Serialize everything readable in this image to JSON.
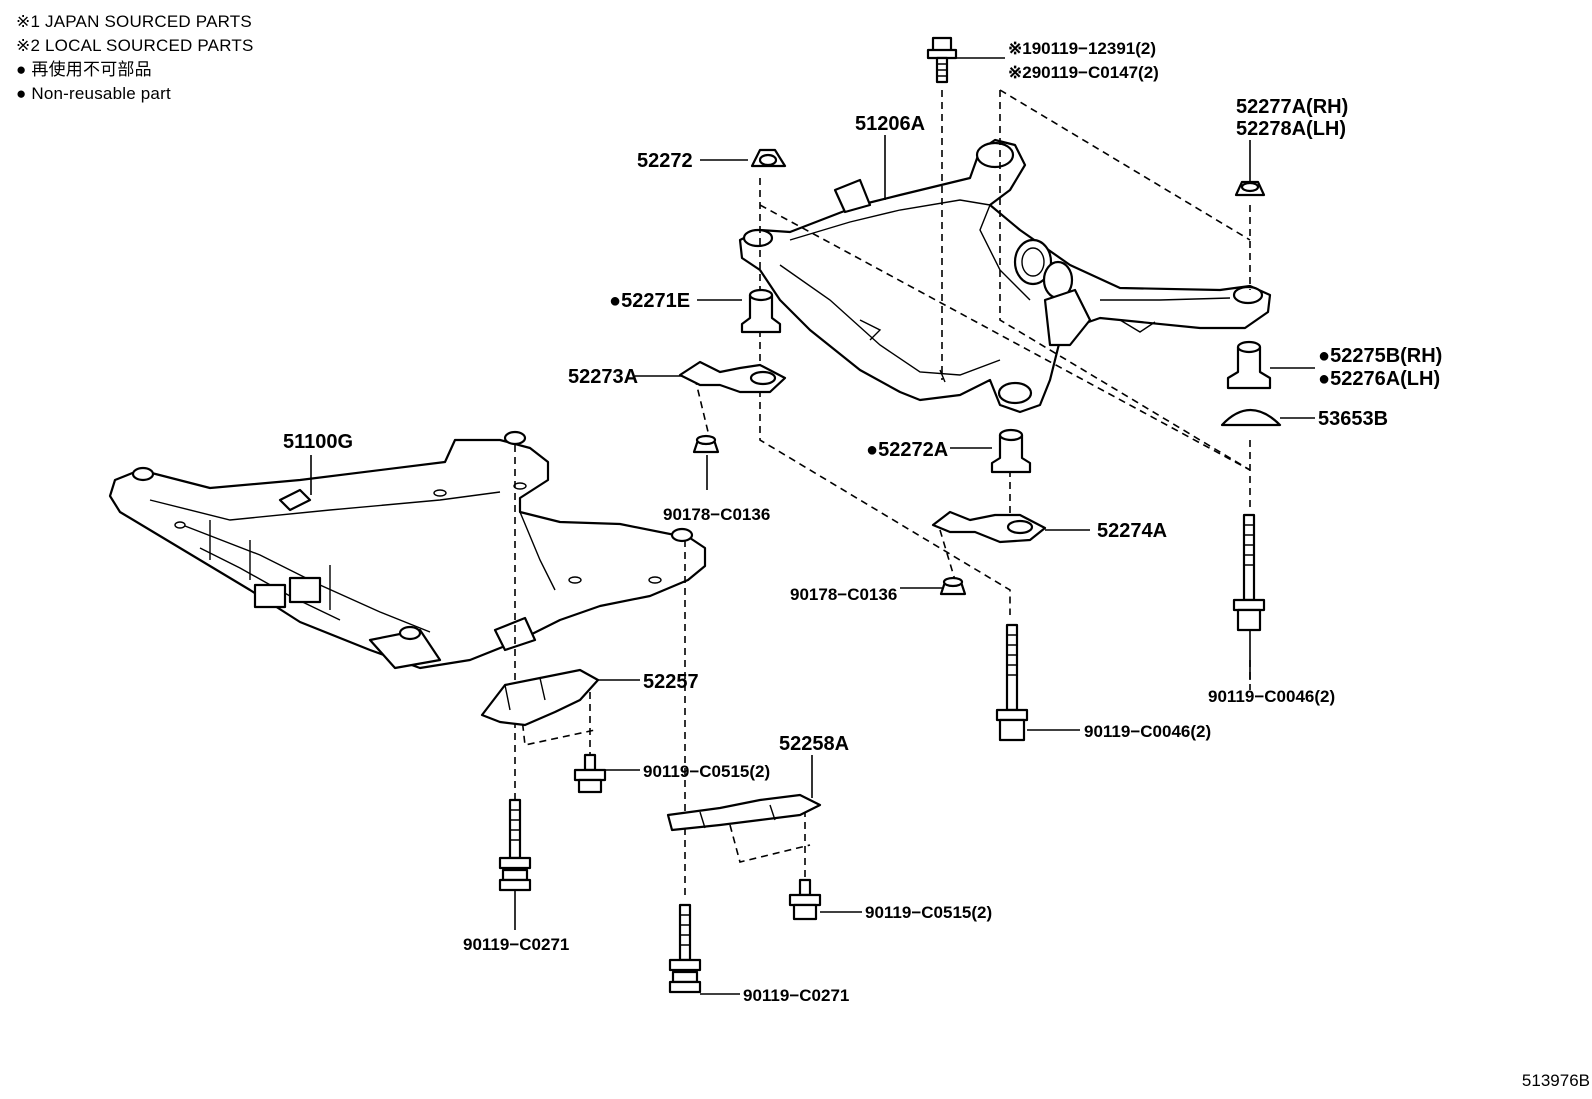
{
  "legend": {
    "note1": "※1 JAPAN SOURCED PARTS",
    "note2": "※2 LOCAL SOURCED PARTS",
    "nonreusable_jp": "● 再使用不可部品",
    "nonreusable_en": "● Non-reusable part"
  },
  "parts": {
    "p51100G": "51100G",
    "p51206A": "51206A",
    "p52272": "52272",
    "p52271E": "●52271E",
    "p52273A": "52273A",
    "p90178_a": "90178−C0136",
    "p90178_b": "90178−C0136",
    "p52272A": "●52272A",
    "p52274A": "52274A",
    "p90119_12391": "※190119−12391(2)",
    "p90119_C0147": "※290119−C0147(2)",
    "p52277A": "52277A(RH)",
    "p52278A": "52278A(LH)",
    "p52275B": "●52275B(RH)",
    "p52276A": "●52276A(LH)",
    "p53653B": "53653B",
    "p90119_C0046_a": "90119−C0046(2)",
    "p90119_C0046_b": "90119−C0046(2)",
    "p52257": "52257",
    "p90119_C0515_a": "90119−C0515(2)",
    "p52258A": "52258A",
    "p90119_C0515_b": "90119−C0515(2)",
    "p90119_C0271_a": "90119−C0271",
    "p90119_C0271_b": "90119−C0271"
  },
  "figure_id": "513976B"
}
